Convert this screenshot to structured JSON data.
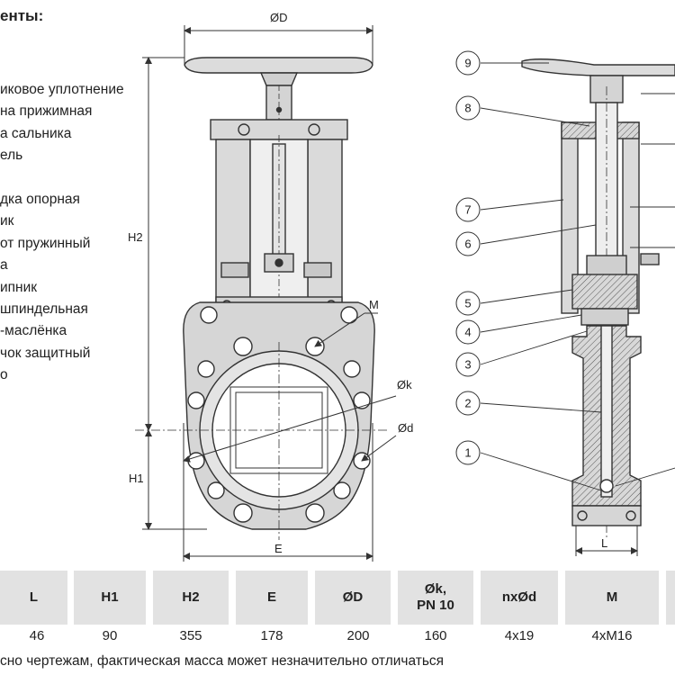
{
  "heading": "енты:",
  "components": [
    "иковое уплотнение",
    "на прижимная",
    "а сальника",
    "ель",
    "",
    "дка опорная",
    "ик",
    "от пружинный",
    "а",
    "ипник",
    "шпиндельная",
    "-маслёнка",
    "чок защитный",
    "о"
  ],
  "dimensions": {
    "od": "ØD",
    "h2": "H2",
    "h1": "H1",
    "e": "E",
    "m": "M",
    "ok": "Øk",
    "od_small": "Ød",
    "l": "L"
  },
  "callouts": [
    "9",
    "8",
    "7",
    "6",
    "5",
    "4",
    "3",
    "2",
    "1"
  ],
  "table": {
    "headers": [
      "L",
      "H1",
      "H2",
      "E",
      "ØD",
      "Øk,\nPN 10",
      "nxØd",
      "M"
    ],
    "values": [
      "46",
      "90",
      "355",
      "178",
      "200",
      "160",
      "4x19",
      "4xM16"
    ]
  },
  "footnote": "сно чертежам, фактическая масса может незначительно отличаться",
  "colors": {
    "fill_grey": "#d9d9d9",
    "line": "#333333",
    "header_bg": "#e2e2e2"
  }
}
